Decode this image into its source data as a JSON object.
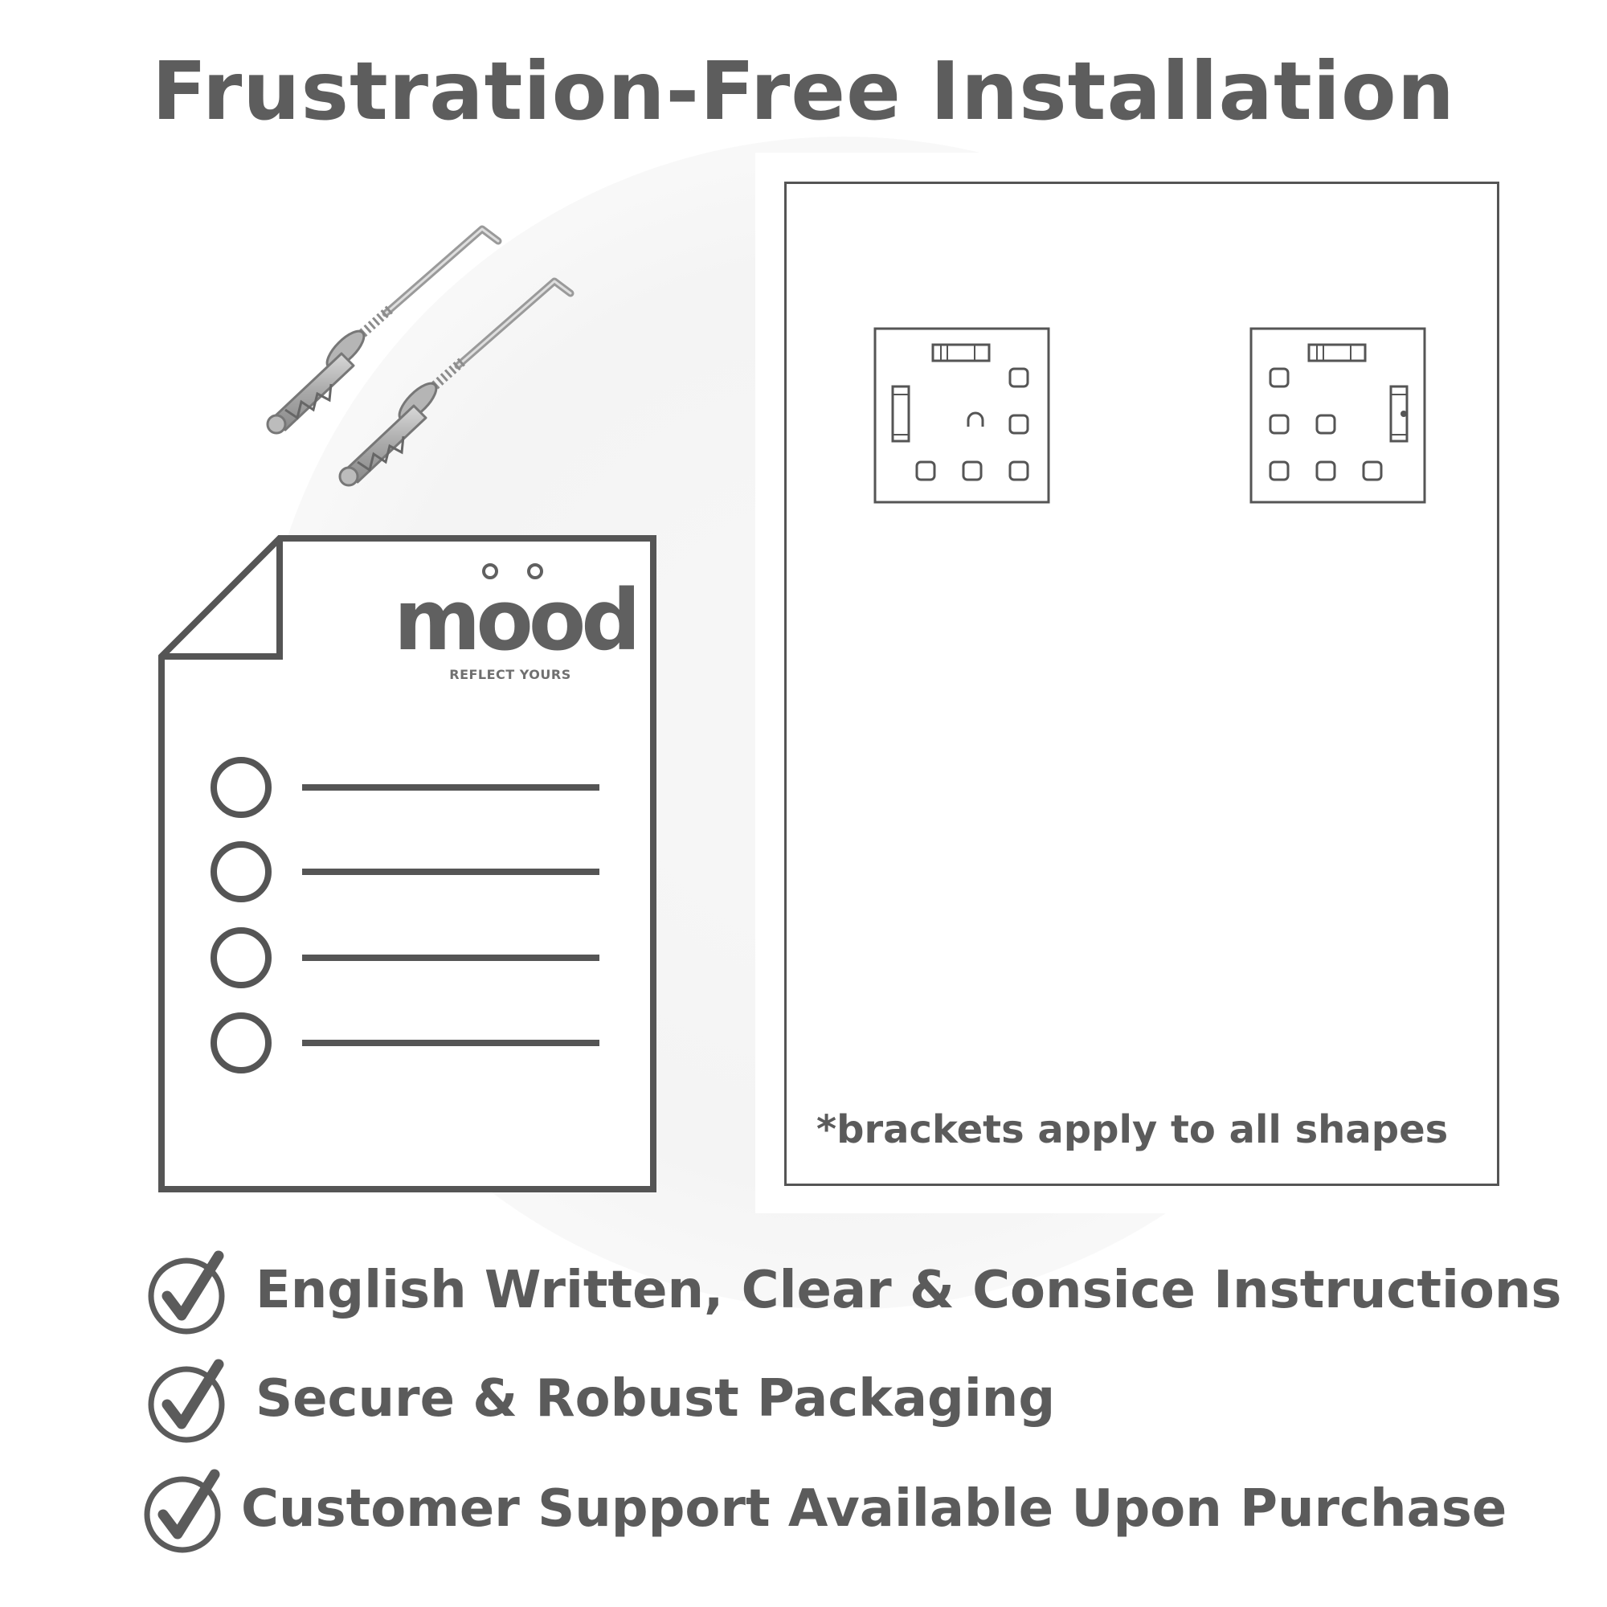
{
  "title": "Frustration-Free Installation",
  "brand": {
    "name": "mood",
    "tagline": "REFLECT YOURS"
  },
  "diagram": {
    "note": "*brackets apply to all shapes"
  },
  "features": [
    {
      "icon": "check-circle-icon",
      "label": "English Written, Clear & Consice Instructions"
    },
    {
      "icon": "check-circle-icon",
      "label": "Secure & Robust Packaging"
    },
    {
      "icon": "check-circle-icon",
      "label": "Customer Support Available Upon Purchase"
    }
  ],
  "colors": {
    "text": "#5b5b5b",
    "line": "#555555",
    "background": "#ffffff"
  }
}
